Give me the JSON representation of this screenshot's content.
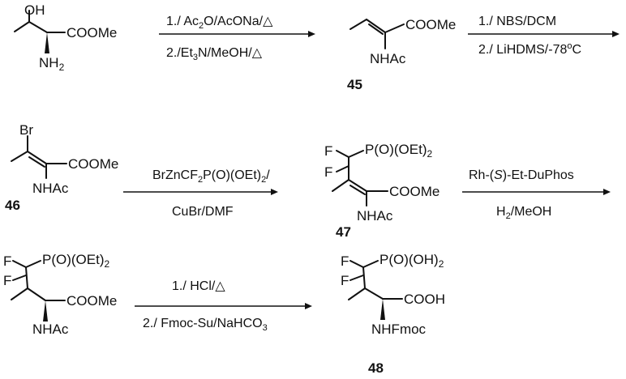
{
  "compounds": {
    "start": {
      "oh": "OH",
      "ester": "COOMe",
      "amine": "NH2"
    },
    "c45": {
      "ester": "COOMe",
      "amide": "NHAc",
      "number": "45"
    },
    "c46": {
      "br": "Br",
      "ester": "COOMe",
      "amide": "NHAc",
      "number": "46"
    },
    "c47": {
      "f1": "F",
      "f2": "F",
      "phos": "P(O)(OEt)2",
      "ester": "COOMe",
      "amide": "NHAc",
      "number": "47"
    },
    "c47h": {
      "f1": "F",
      "f2": "F",
      "phos": "P(O)(OEt)2",
      "ester": "COOMe",
      "amide": "NHAc"
    },
    "c48": {
      "f1": "F",
      "f2": "F",
      "phos": "P(O)(OH)2",
      "acid": "COOH",
      "amide": "NHFmoc",
      "number": "48"
    }
  },
  "steps": {
    "s1": {
      "line1": "1./ Ac2O/AcONa/△",
      "line2": "2./Et3N/MeOH/△"
    },
    "s2": {
      "line1": "1./ NBS/DCM",
      "line2": "2./ LiHDMS/-78°C"
    },
    "s3": {
      "line1": "BrZnCF2P(O)(OEt)2/",
      "line2": "CuBr/DMF"
    },
    "s4": {
      "line1": "Rh-(S)-Et-DuPhos",
      "line2": "H2/MeOH"
    },
    "s5": {
      "line1": "1./ HCl/△",
      "line2": "2./ Fmoc-Su/NaHCO3"
    }
  }
}
